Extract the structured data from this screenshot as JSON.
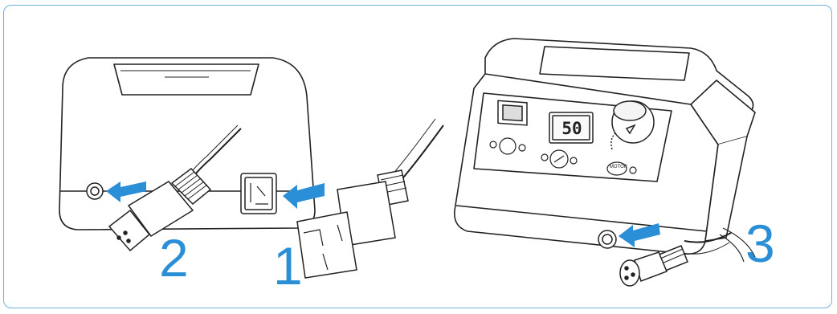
{
  "steps": [
    {
      "number": "2",
      "target": "foot-pedal-socket"
    },
    {
      "number": "1",
      "target": "power-inlet"
    },
    {
      "number": "3",
      "target": "handpiece-socket"
    }
  ],
  "control_panel": {
    "display_value": "50",
    "motor_button_label": "MOTOR"
  },
  "colors": {
    "accent": "#2a8fd6",
    "frame": "#6fb3dc",
    "line_art": "#222222"
  }
}
